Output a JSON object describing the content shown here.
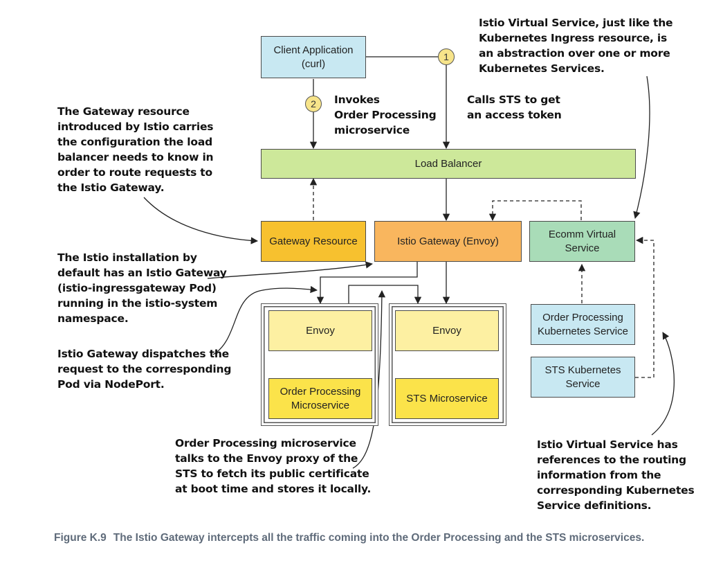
{
  "boxes": {
    "client": "Client Application\n(curl)",
    "load_balancer": "Load Balancer",
    "gateway_resource": "Gateway Resource",
    "istio_gateway": "Istio Gateway (Envoy)",
    "ecomm_vs": "Ecomm Virtual\nService",
    "envoy_left": "Envoy",
    "envoy_right": "Envoy",
    "order_ms": "Order Processing\nMicroservice",
    "sts_ms": "STS Microservice",
    "order_k8s": "Order Processing\nKubernetes Service",
    "sts_k8s": "STS Kubernetes\nService"
  },
  "badges": {
    "one": "1",
    "two": "2"
  },
  "notes": {
    "invokes": "Invokes\nOrder Processing\nmicroservice",
    "calls_sts": "Calls STS to get\nan access token",
    "vs_top": "Istio Virtual Service, just like the\nKubernetes Ingress resource, is\nan abstraction over one or more\nKubernetes Services.",
    "gateway_resource": "The Gateway resource\nintroduced by Istio carries\nthe configuration the load\nbalancer needs to know in\norder to route requests to\nthe Istio Gateway.",
    "installation": "The Istio installation by\ndefault has an Istio Gateway\n(istio-ingressgateway Pod)\nrunning in the istio-system\nnamespace.",
    "dispatch": "Istio Gateway dispatches the\nrequest to the corresponding\nPod via NodePort.",
    "order_talks": "Order Processing microservice\ntalks to the Envoy proxy of the\nSTS to fetch its public certificate\nat boot time and stores it locally.",
    "vs_refs": "Istio Virtual Service has\nreferences to the routing\ninformation from the\ncorresponding Kubernetes\nService definitions."
  },
  "caption": {
    "figure": "Figure K.9",
    "text": "The Istio Gateway intercepts all the traffic coming into the Order Processing and the STS microservices."
  },
  "colors": {
    "client": "#c8e8f2",
    "load_balancer": "#cde89a",
    "gateway_resource": "#f7c12f",
    "istio_gateway": "#f9b65e",
    "ecomm_vs": "#a9dcb8",
    "envoy": "#fdf0a2",
    "microservice": "#fbe34a",
    "k8s_service": "#c8e8f2",
    "badge": "#f7e48a",
    "caption": "#5f6b7a"
  }
}
